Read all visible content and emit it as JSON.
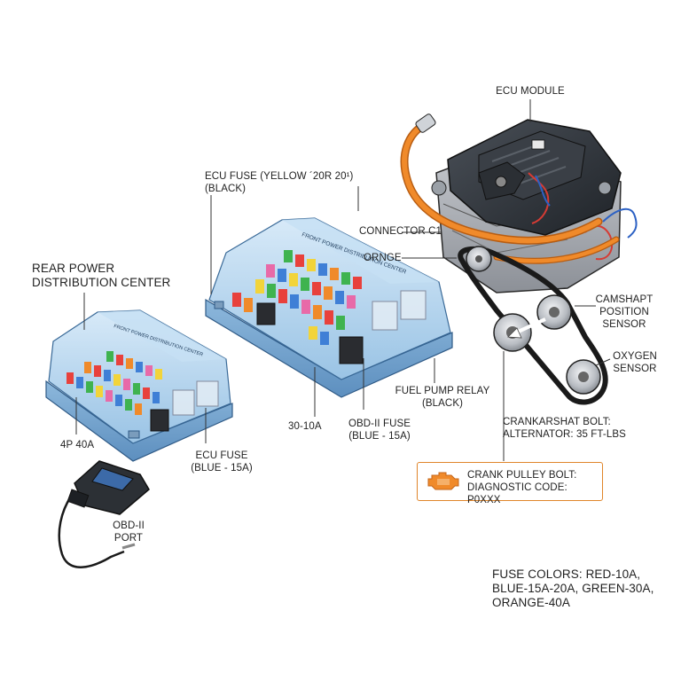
{
  "labels": {
    "ecu_module": "ECU MODULE",
    "ecu_fuse_yellow": "ECU FUSE (YELLOW ´20R 20¹)\n(BLACK)",
    "connector_c1": "CONNECTOR C1",
    "ornge": "ORNGE",
    "rear_pdc": "REAR POWER\nDISTRIBUTION CENTER",
    "camshaft_sensor": "CAMSHAPT\nPOSITION\nSENSOR",
    "oxygen_sensor": "OXYGEN\nSENSOR",
    "fuel_pump_relay": "FUEL PUMP RELAY\n(BLACK)",
    "fuse_30_10a": "30-10A",
    "obd_fuse": "OBD-II FUSE\n(BLUE - 15A)",
    "crankshaft_bolt": "CRANKARSHAT BOLT:\nALTERNATOR: 35 FT-LBS",
    "fuse_4p_40a": "4P 40A",
    "ecu_fuse_blue": "ECU FUSE\n(BLUE - 15A)",
    "crank_pulley_bolt": "CRANK PULLEY BOLT:\nDIAGNOSTIC CODE: P0XXX",
    "obd_port": "OBD-II\nPORT",
    "fuse_colors": "FUSE COLORS: RED-10A,\nBLUE-15A-20A, GREEN-30A,\nORANGE-40A"
  },
  "box_lid_text": {
    "left": "FRONT POWER DISTRIBUTION CENTER",
    "right": "FRONT POWER DISTRIBUTION CENTER"
  },
  "colors": {
    "fuse_red": "#e8413c",
    "fuse_blue": "#3f7fd6",
    "fuse_green": "#3fb34f",
    "fuse_orange": "#f08a2a",
    "fuse_yellow": "#f2d43a",
    "fuse_pink": "#e86aa8",
    "box_blue": "#a9cdea",
    "hose_orange": "#f08a2a",
    "engine_dark": "#2e3238",
    "warning_orange": "#e0852a"
  },
  "icons": {
    "check_engine": "check-engine-icon",
    "obd_scanner": "obd-scanner-icon"
  }
}
